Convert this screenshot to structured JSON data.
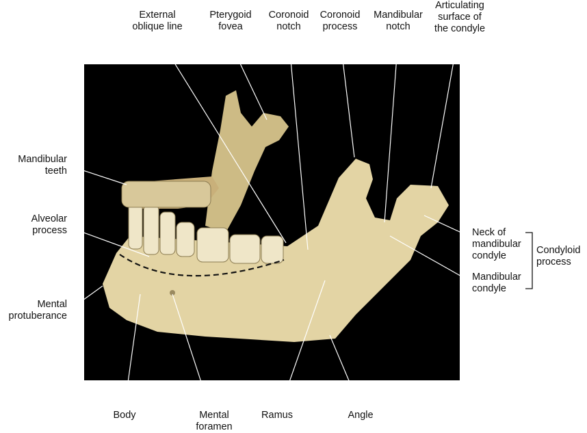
{
  "labels": {
    "external_oblique_line": [
      "External",
      "oblique line"
    ],
    "pterygoid_fovea": [
      "Pterygoid",
      "fovea"
    ],
    "coronoid_notch": [
      "Coronoid",
      "notch"
    ],
    "coronoid_process": [
      "Coronoid",
      "process"
    ],
    "mandibular_notch": [
      "Mandibular",
      "notch"
    ],
    "articulating_surface": [
      "Articulating",
      "surface of",
      "the condyle"
    ],
    "mandibular_teeth": [
      "Mandibular",
      "teeth"
    ],
    "alveolar_process": [
      "Alveolar",
      "process"
    ],
    "mental_protuberance": [
      "Mental",
      "protuberance"
    ],
    "neck_of_condyle": [
      "Neck of",
      "mandibular",
      "condyle"
    ],
    "mandibular_condyle": [
      "Mandibular",
      "condyle"
    ],
    "condyloid_process": [
      "Condyloid",
      "process"
    ],
    "body": [
      "Body"
    ],
    "mental_foramen": [
      "Mental",
      "foramen"
    ],
    "ramus": [
      "Ramus"
    ],
    "angle": [
      "Angle"
    ]
  },
  "colors": {
    "background": "#000000",
    "bone": "#e3d4a4",
    "leader": "#ffffff"
  }
}
